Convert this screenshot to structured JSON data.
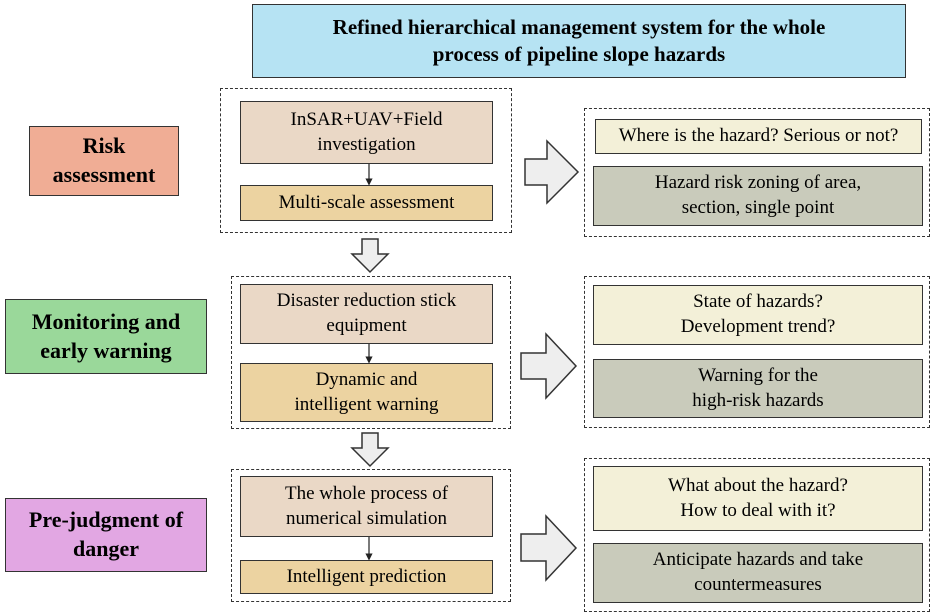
{
  "title": "Refined hierarchical management system for the whole\nprocess of pipeline slope hazards",
  "stages": [
    {
      "label": "Risk\nassessment",
      "steps": [
        "InSAR+UAV+Field\ninvestigation",
        "Multi-scale assessment"
      ],
      "question": "Where is the hazard? Serious or not?",
      "result": "Hazard risk zoning of area,\nsection, single point"
    },
    {
      "label": "Monitoring and\nearly warning",
      "steps": [
        "Disaster reduction stick\nequipment",
        "Dynamic  and\nintelligent  warning"
      ],
      "question": "State of hazards?\nDevelopment trend?",
      "result": "Warning for the\nhigh-risk hazards"
    },
    {
      "label": "Pre-judgment of\ndanger",
      "steps": [
        "The whole process of\nnumerical simulation",
        "Intelligent prediction"
      ],
      "question": "What about the hazard?\nHow to deal with it?",
      "result": "Anticipate hazards and take\ncountermeasures"
    }
  ]
}
